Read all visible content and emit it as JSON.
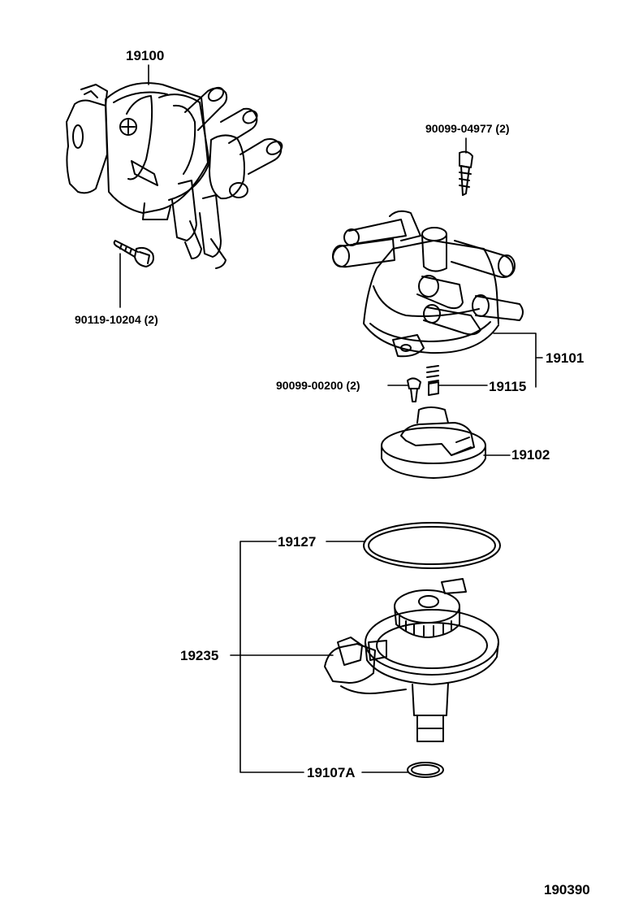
{
  "diagram": {
    "labels": {
      "assembly": "19100",
      "cap_screw": "90099-04977 (2)",
      "mount_bolt": "90119-10204 (2)",
      "cap": "19101",
      "rotor_screw": "90099-00200 (2)",
      "spring": "19115",
      "rotor": "19102",
      "oring": "19127",
      "housing": "19235",
      "small_oring": "19107A",
      "figure_number": "190390"
    },
    "colors": {
      "ink": "#000000",
      "paper": "#ffffff"
    }
  }
}
